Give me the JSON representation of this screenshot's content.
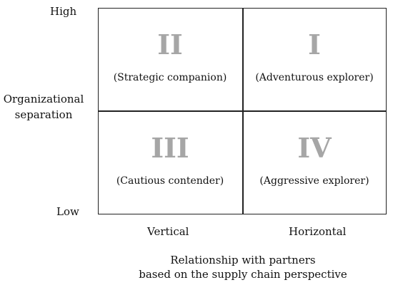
{
  "matrix": {
    "quadrants": {
      "top_left": {
        "numeral": "II",
        "label": "(Strategic companion)"
      },
      "top_right": {
        "numeral": "I",
        "label": "(Adventurous explorer)"
      },
      "bottom_left": {
        "numeral": "III",
        "label": "(Cautious contender)"
      },
      "bottom_right": {
        "numeral": "IV",
        "label": "(Aggressive explorer)"
      }
    },
    "numeral_color": "#a6a6a6",
    "border_color": "#222222"
  },
  "y_axis": {
    "title_line1": "Organizational",
    "title_line2": "separation",
    "high": "High",
    "low": "Low"
  },
  "x_axis": {
    "left_label": "Vertical",
    "right_label": "Horizontal",
    "title_line1": "Relationship with partners",
    "title_line2": "based on the supply chain perspective"
  }
}
